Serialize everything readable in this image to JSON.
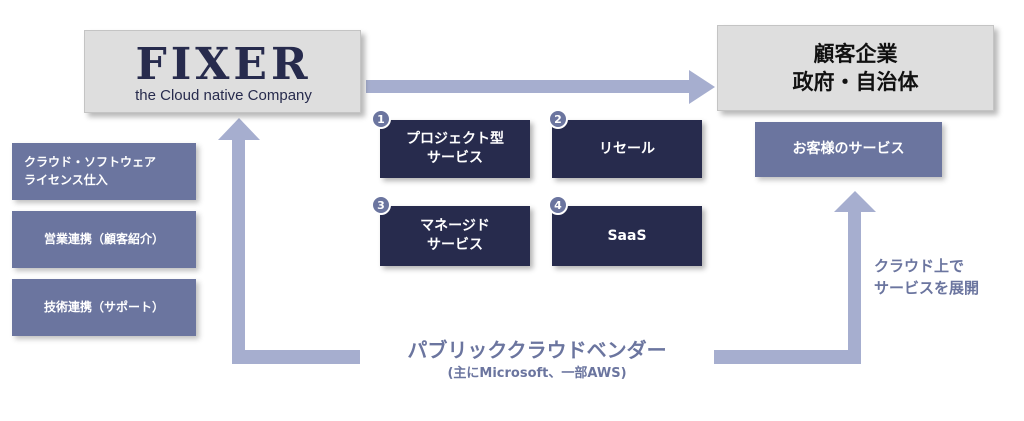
{
  "fixer": {
    "logo_text": "FIXER",
    "tagline": "the Cloud native Company"
  },
  "client": {
    "line1": "顧客企業",
    "line2": "政府・自治体"
  },
  "services": [
    {
      "number": "1",
      "label": "プロジェクト型\nサービス"
    },
    {
      "number": "2",
      "label": "リセール"
    },
    {
      "number": "3",
      "label": "マネージド\nサービス"
    },
    {
      "number": "4",
      "label": "SaaS"
    }
  ],
  "customer_service": "お客様のサービス",
  "vendor_inputs": [
    "クラウド・ソフトウェア\nライセンス仕入",
    "営業連携（顧客紹介）",
    "技術連携（サポート）"
  ],
  "cloud_deploy": "クラウド上で\nサービスを展開",
  "vendor": {
    "title": "パブリッククラウドベンダー",
    "subtitle": "(主にMicrosoft、一部AWS)"
  },
  "colors": {
    "dark_navy": "#272b4d",
    "slate": "#6b759f",
    "flow": "#a6aecf",
    "gray": "#dedede"
  }
}
